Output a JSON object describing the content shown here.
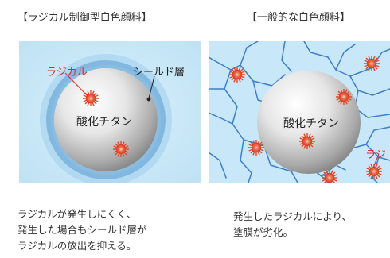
{
  "left": {
    "title": "【ラジカル制御型白色顔料】",
    "radical_label": "ラジカル",
    "shield_label": "シールド層",
    "particle_label": "酸化チタン",
    "description": [
      "ラジカルが発生しにくく、",
      "発生した場合もシールド層が",
      "ラジカルの放出を抑える。"
    ]
  },
  "right": {
    "title": "【一般的な白色顔料】",
    "particle_label": "酸化チタン",
    "radical_label": "ラジ",
    "description": [
      "発生したラジカルにより、",
      "塗膜が劣化。"
    ]
  },
  "colors": {
    "background_left": "#c6e6f6",
    "background_right": "#c8e7f8",
    "crack": "#3f7ec8",
    "radical": "#e4482c",
    "radical_label": "#e8242e",
    "shield_glow": "#6aa8d4"
  }
}
